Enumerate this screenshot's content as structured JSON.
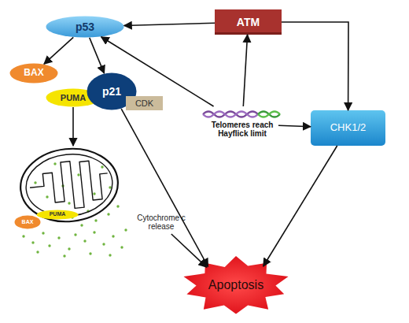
{
  "diagram": {
    "nodes": [
      {
        "text": [
          "p53"
        ]
      },
      {
        "text": [
          "ATM"
        ]
      },
      {
        "text": [
          "BAX"
        ]
      },
      {
        "text": [
          "PUMA"
        ]
      },
      {
        "text": [
          "p21"
        ]
      },
      {
        "text": [
          "CDK"
        ]
      },
      {
        "text": [
          "Telomeres reach Hayflick limit"
        ]
      },
      {
        "text": [
          "CHK1/2"
        ]
      },
      {
        "text": [
          "Cytochrome c release"
        ]
      },
      {
        "text": [
          "BAX"
        ],
        "in": 8
      },
      {
        "text": [
          "PUMA"
        ],
        "in": 8
      },
      {
        "text": [
          "Apoptosis"
        ]
      }
    ],
    "edges": [
      {
        "from": 1,
        "to": 0,
        "arrow": "to"
      },
      {
        "from": 1,
        "to": 7,
        "arrow": "to"
      },
      {
        "from": 6,
        "to": 1,
        "arrow": "to"
      },
      {
        "from": 6,
        "to": 0,
        "arrow": "to"
      },
      {
        "from": 6,
        "to": 7,
        "arrow": "to"
      },
      {
        "from": 0,
        "to": 2,
        "arrow": "to"
      },
      {
        "from": 0,
        "to": 4,
        "arrow": "to"
      },
      {
        "from": 3,
        "to": 8,
        "arrow": "to"
      },
      {
        "from": 4,
        "to": 11,
        "arrow": "to"
      },
      {
        "from": 8,
        "to": 11,
        "arrow": "to"
      },
      {
        "from": 7,
        "to": 11,
        "arrow": "to"
      }
    ]
  }
}
